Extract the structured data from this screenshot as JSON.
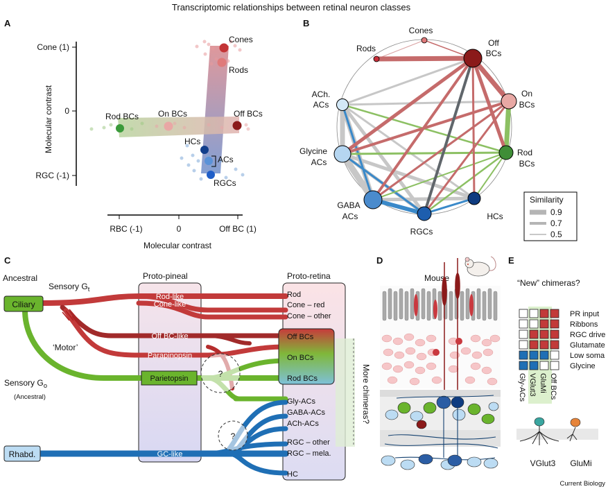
{
  "figure_title": "Transcriptomic relationships between retinal neuron classes",
  "credit": "Current Biology",
  "panelA": {
    "letter": "A",
    "y_axis_title": "Molecular contrast",
    "x_axis_title": "Molecular contrast",
    "y_ticks": [
      "Cone (1)",
      "0",
      "RGC (-1)"
    ],
    "x_ticks": [
      "RBC (-1)",
      "0",
      "Off BC (1)"
    ],
    "labels": {
      "cones": "Cones",
      "rods": "Rods",
      "rod_bcs": "Rod BCs",
      "on_bcs": "On BCs",
      "off_bcs": "Off BCs",
      "hcs": "HCs",
      "acs": "ACs",
      "rgcs": "RGCs"
    }
  },
  "panelB": {
    "letter": "B",
    "nodes": {
      "cones": "Cones",
      "rods": "Rods",
      "off_bcs_1": "Off",
      "off_bcs_2": "BCs",
      "ach_1": "ACh.",
      "ach_2": "ACs",
      "on_bcs_1": "On",
      "on_bcs_2": "BCs",
      "glycine_1": "Glycine",
      "glycine_2": "ACs",
      "rod_bcs_1": "Rod",
      "rod_bcs_2": "BCs",
      "gaba_1": "GABA",
      "gaba_2": "ACs",
      "hcs": "HCs",
      "rgcs": "RGCs"
    },
    "legend": {
      "title": "Similarity",
      "items": [
        "0.9",
        "0.7",
        "0.5"
      ]
    }
  },
  "panelC": {
    "letter": "C",
    "ancestral": "Ancestral",
    "ciliary": "Ciliary",
    "rhabd": "Rhabd.",
    "sensory_gt": "Sensory G",
    "sensory_gt_sub": "t",
    "motor": "‘Motor’",
    "sensory_go": "Sensory G",
    "sensory_go_sub": "o",
    "sensory_go_note": "(Ancestral)",
    "proto_pineal": "Proto-pineal",
    "proto_retina": "Proto-retina",
    "pineal_items": {
      "rod_like": "Rod-like",
      "cone_like": "Cone-like",
      "off_bc_like": "Off BC-like",
      "parapinopsin": "Parapinopsin",
      "parietopsin": "Parietopsin",
      "gc_like": "GC-like"
    },
    "retina_items": {
      "rod": "Rod",
      "cone_red": "Cone – red",
      "cone_other": "Cone – other",
      "off_bcs": "Off BCs",
      "on_bcs": "On BCs",
      "rod_bcs": "Rod BCs",
      "gly_acs": "Gly-ACs",
      "gaba_acs": "GABA-ACs",
      "ach_acs": "ACh-ACs",
      "rgc_other": "RGC – other",
      "rgc_mela": "RGC – mela.",
      "hc": "HC"
    },
    "question": "?",
    "more_chimeras": "More chimeras?"
  },
  "panelD": {
    "letter": "D",
    "title": "Mouse"
  },
  "panelE": {
    "letter": "E",
    "title": "“New” chimeras?",
    "rows": [
      "PR input",
      "Ribbons",
      "RGC drive",
      "Glutamate",
      "Low soma",
      "Glycine"
    ],
    "columns": [
      "Gly-ACs",
      "VGlut3",
      "GluMi",
      "Off BCs"
    ],
    "cell_types": [
      "VGlut3",
      "GluMi"
    ]
  },
  "colors": {
    "red": "#c0393c",
    "dark_red": "#8b1a1a",
    "green": "#6ab42d",
    "blue": "#1f6fb5",
    "gray": "#b5b5b5"
  }
}
